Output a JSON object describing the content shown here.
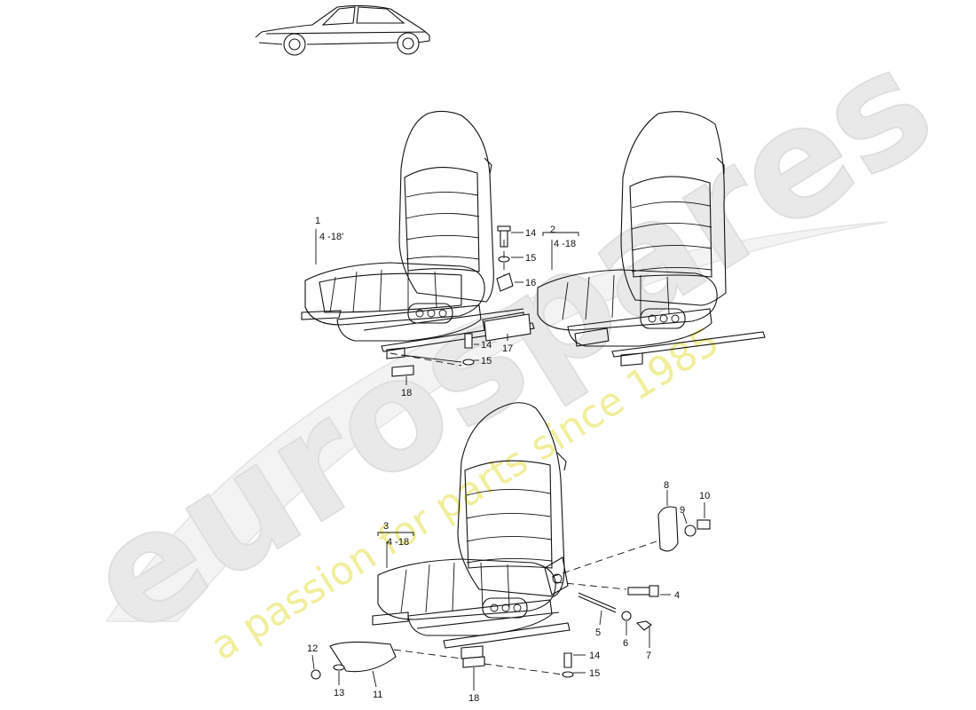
{
  "watermark": {
    "brand": "eurospares",
    "tagline": "a passion for parts since 1985"
  },
  "diagram": {
    "title": "",
    "callouts": [
      {
        "id": "c1",
        "text": "1"
      },
      {
        "id": "c1r",
        "text": "4 -18'"
      },
      {
        "id": "c2",
        "text": "2"
      },
      {
        "id": "c2r",
        "text": "4 -18"
      },
      {
        "id": "c3",
        "text": "3"
      },
      {
        "id": "c3r",
        "text": "4 -18"
      },
      {
        "id": "c14a",
        "text": "14"
      },
      {
        "id": "c15a",
        "text": "15"
      },
      {
        "id": "c16",
        "text": "16"
      },
      {
        "id": "c17",
        "text": "17"
      },
      {
        "id": "c14b",
        "text": "14"
      },
      {
        "id": "c15b",
        "text": "15"
      },
      {
        "id": "c18a",
        "text": "18"
      },
      {
        "id": "c8",
        "text": "8"
      },
      {
        "id": "c9",
        "text": "9"
      },
      {
        "id": "c10",
        "text": "10"
      },
      {
        "id": "c4",
        "text": "4"
      },
      {
        "id": "c5",
        "text": "5"
      },
      {
        "id": "c6",
        "text": "6"
      },
      {
        "id": "c7",
        "text": "7"
      },
      {
        "id": "c12",
        "text": "12"
      },
      {
        "id": "c13",
        "text": "13"
      },
      {
        "id": "c11",
        "text": "11"
      },
      {
        "id": "c14c",
        "text": "14"
      },
      {
        "id": "c15c",
        "text": "15"
      },
      {
        "id": "c18b",
        "text": "18"
      }
    ]
  }
}
